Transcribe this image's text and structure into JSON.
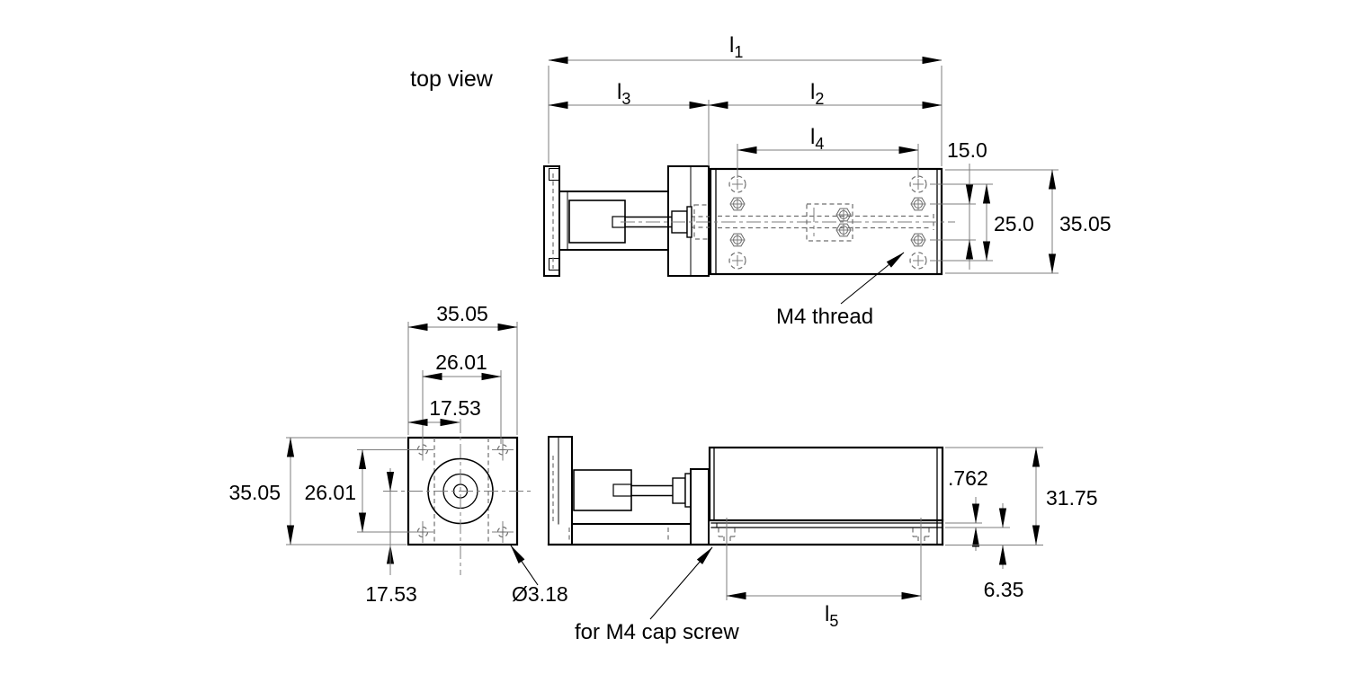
{
  "drawing": {
    "background": "#ffffff",
    "object_line_color": "#000000",
    "dimension_line_color": "#7c7c7c",
    "views": {
      "top": {
        "label": "top view",
        "dims": {
          "l1": {
            "base": "l",
            "sub": "1"
          },
          "l2": {
            "base": "l",
            "sub": "2"
          },
          "l3": {
            "base": "l",
            "sub": "3"
          },
          "l4": {
            "base": "l",
            "sub": "4"
          },
          "hole_row_inner": "15.0",
          "hole_row_outer": "25.0",
          "body_width": "35.05"
        },
        "note": "M4 thread"
      },
      "end": {
        "dims": {
          "flange_width": "35.05",
          "hole_spacing_h": "26.01",
          "hole_offset_h": "17.53",
          "flange_height": "35.05",
          "hole_spacing_v": "26.01",
          "hole_offset_v": "17.53",
          "corner_hole_dia": "Ø3.18"
        }
      },
      "front": {
        "dims": {
          "l5": {
            "base": "l",
            "sub": "5"
          },
          "rail_thickness": ".762",
          "body_height": "31.75",
          "base_height": "6.35"
        },
        "note": "for M4 cap screw"
      }
    }
  }
}
